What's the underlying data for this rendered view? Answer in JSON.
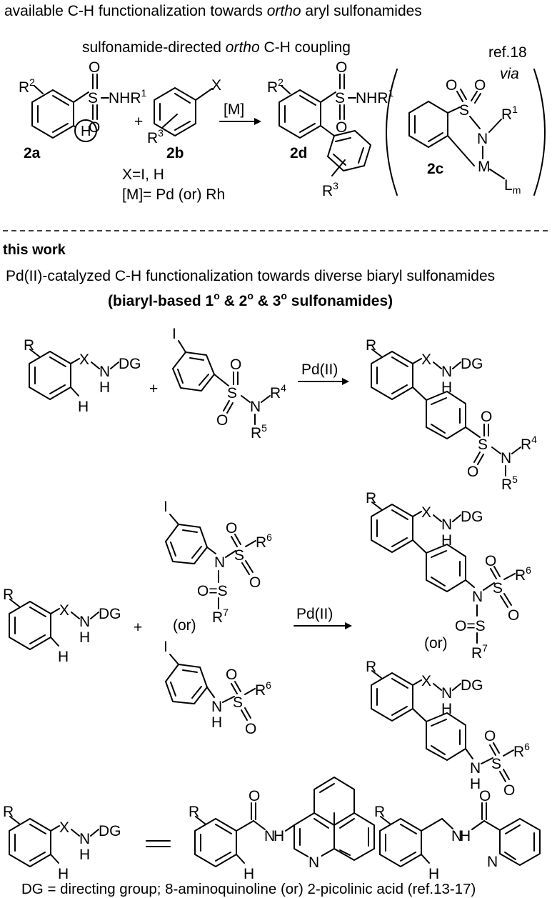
{
  "header": {
    "line1_pre": "available C-H functionalization towards ",
    "line1_it": "ortho",
    "line1_post": " aryl sulfonamides",
    "sub_pre": "sulfonamide-directed ",
    "sub_it": "ortho",
    "sub_post": " C-H coupling",
    "ref": "ref.18",
    "via": "via"
  },
  "prior": {
    "c2a": "2a",
    "c2b": "2b",
    "c2d": "2d",
    "c2c": "2c",
    "m_reagent": "[M]",
    "x_def": "X=I, H",
    "m_def": "[M]= Pd (or) Rh",
    "h_circled": "H",
    "nhr": "NHR",
    "sup1": "1",
    "r": "R",
    "sup2": "2",
    "sup3": "3",
    "s": "S",
    "o": "O",
    "x": "X",
    "n": "N",
    "m": "M",
    "l": "L",
    "lsub": "m"
  },
  "this_work": {
    "label": "this work",
    "title": "Pd(II)-catalyzed C-H functionalization towards diverse biaryl sulfonamides",
    "subtitle_pre": "(biaryl-based 1",
    "subtitle_mid1": " & 2",
    "subtitle_mid2": " & 3",
    "subtitle_post": "  sulfonamides)",
    "deg": "o"
  },
  "rxn": {
    "cat": "Pd(II)",
    "or": "(or)",
    "plus": "+",
    "R": "R",
    "X": "X",
    "N": "N",
    "H": "H",
    "DG": "DG",
    "I": "I",
    "S": "S",
    "O": "O",
    "r4": "4",
    "r5": "5",
    "r6": "6",
    "r7": "7",
    "o_s": "O=S",
    "s_o": "S=O",
    "eq": "="
  },
  "footer": "DG = directing group; 8-aminoquinoline (or) 2-picolinic acid (ref.13-17)"
}
